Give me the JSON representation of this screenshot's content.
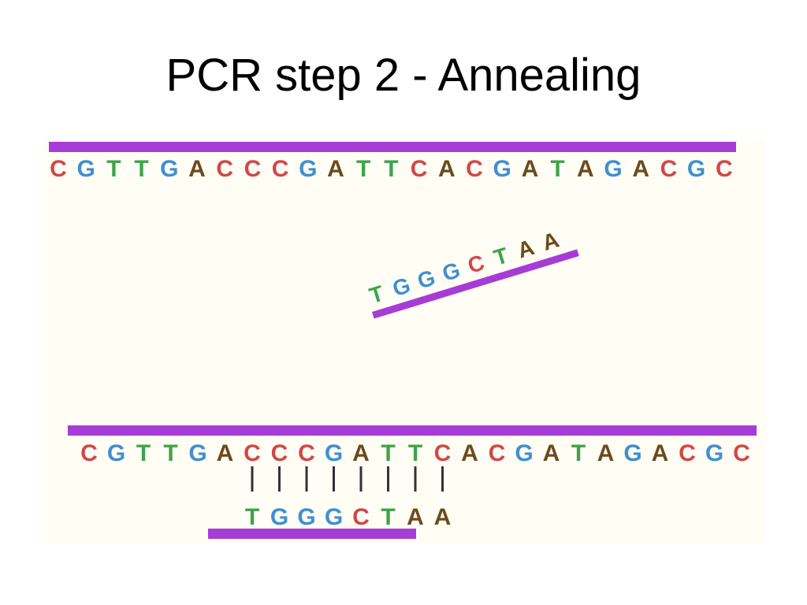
{
  "title": "PCR step 2 - Annealing",
  "colors": {
    "backbone": "#a63cd6",
    "bond": "#333333",
    "A": "#6b4a1e",
    "C": "#d04848",
    "G": "#3f8fd1",
    "T": "#3da44b"
  },
  "template_sequence": [
    "C",
    "G",
    "T",
    "T",
    "G",
    "A",
    "C",
    "C",
    "C",
    "G",
    "A",
    "T",
    "T",
    "C",
    "A",
    "C",
    "G",
    "A",
    "T",
    "A",
    "G",
    "A",
    "C",
    "G",
    "C"
  ],
  "primer_sequence": [
    "T",
    "G",
    "G",
    "G",
    "C",
    "T",
    "A",
    "A"
  ]
}
